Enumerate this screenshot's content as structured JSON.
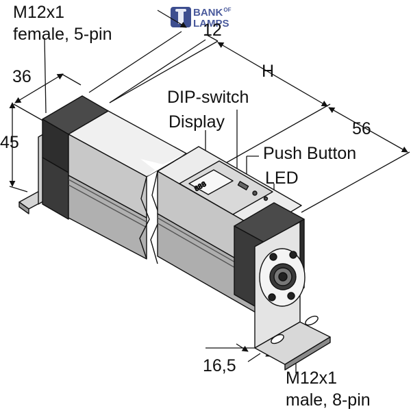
{
  "logo": {
    "line1": "BANK",
    "line1_small": "OF",
    "line2": "LAMPS",
    "color": "#4a5a9c"
  },
  "labels": {
    "connector_top_line1": "M12x1",
    "connector_top_line2": "female, 5-pin",
    "dim_12": "12",
    "dim_h": "H",
    "dim_36": "36",
    "dim_45": "45",
    "dim_56": "56",
    "dim_16_5": "16,5",
    "dip_switch": "DIP-switch",
    "display": "Display",
    "push_button": "Push Button",
    "led": "LED",
    "connector_bottom_line1": "M12x1",
    "connector_bottom_line2": "male, 8-pin"
  },
  "colors": {
    "body_light": "#e6e6e6",
    "body_mid": "#bdbdbd",
    "body_dark": "#7a7a7a",
    "endcap": "#3a3a3a",
    "line": "#111111"
  }
}
